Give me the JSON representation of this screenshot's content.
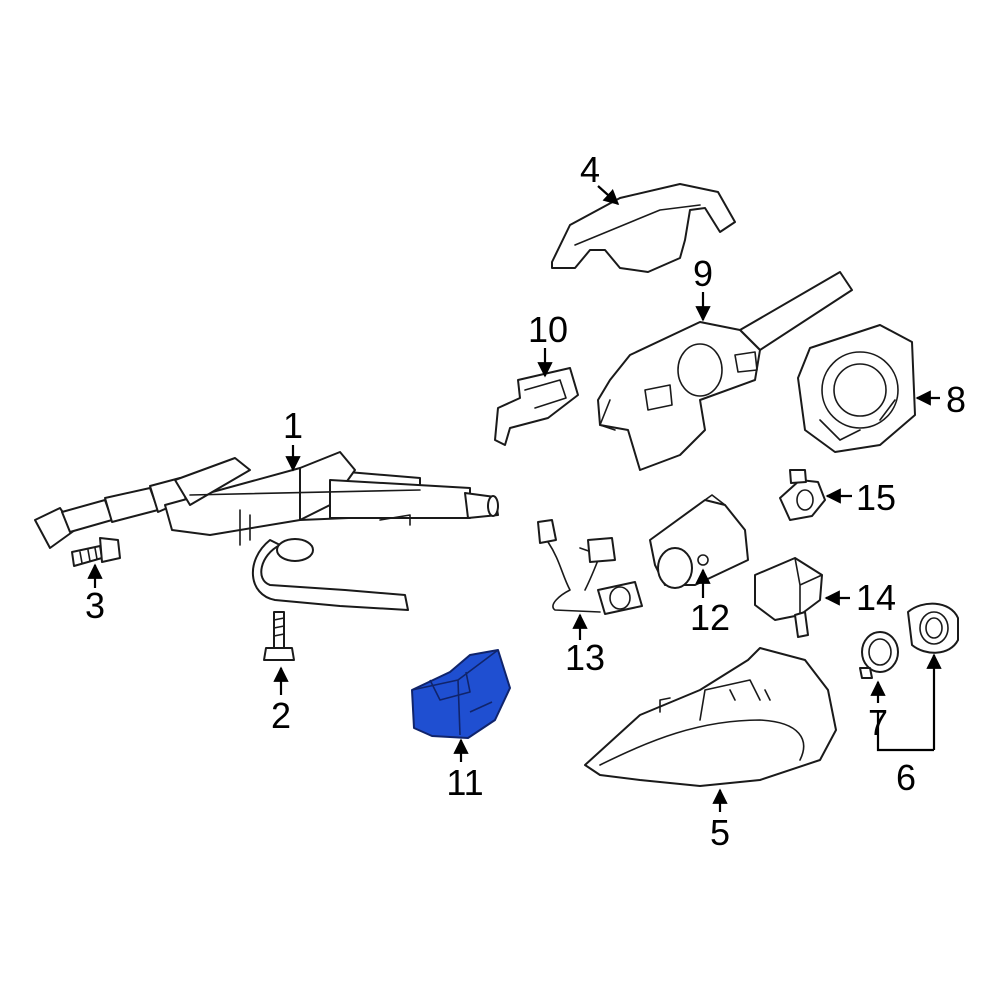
{
  "diagram": {
    "highlight_color": "#1f4fd1",
    "highlighted_callout": "11",
    "callouts": {
      "c1": "1",
      "c2": "2",
      "c3": "3",
      "c4": "4",
      "c5": "5",
      "c6": "6",
      "c7": "7",
      "c8": "8",
      "c9": "9",
      "c10": "10",
      "c11": "11",
      "c12": "12",
      "c13": "13",
      "c14": "14",
      "c15": "15"
    }
  }
}
